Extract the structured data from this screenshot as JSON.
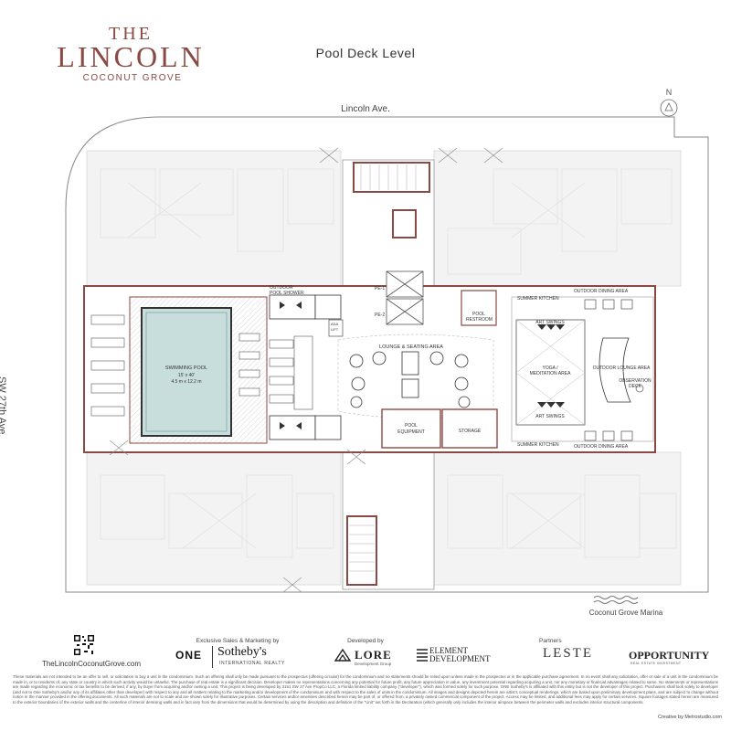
{
  "brand": {
    "the": "THE",
    "name": "LINCOLN",
    "subtitle": "COCONUT GROVE"
  },
  "level_title": "Pool Deck Level",
  "streets": {
    "north": "Lincoln Ave.",
    "west": "SW 27th Ave."
  },
  "compass": {
    "label": "N"
  },
  "marina_label": "Coconut Grove Marina",
  "spaces": {
    "outdoor_pool_shower": [
      "OUTDOOR",
      "POOL SHOWER"
    ],
    "ada_lift": [
      "ADA",
      "LIFT"
    ],
    "swimming_pool": {
      "name": "SWIMMING POOL",
      "size_ft": "15' x 40'",
      "size_m": "4.5 m x 12.2 m"
    },
    "lounge": "LOUNGE & SEATING AREA",
    "pe1": "PE-1",
    "pe2": "PE-2",
    "pool_restroom": [
      "POOL",
      "RESTROOM"
    ],
    "pool_equipment": [
      "POOL",
      "EQUIPMENT"
    ],
    "storage": "STORAGE",
    "summer_kitchen_top": "SUMMER KITCHEN",
    "summer_kitchen_bottom": "SUMMER KITCHEN",
    "outdoor_dining_top": "OUTDOOR DINING AREA",
    "outdoor_dining_bottom": "OUTDOOR DINING AREA",
    "art_swings_top": "ART SWINGS",
    "art_swings_bottom": "ART SWINGS",
    "yoga": [
      "YOGA /",
      "MEDITATION AREA"
    ],
    "outdoor_lounge": "OUTDOOR LOUNGE AREA",
    "observation_deck": [
      "OBSERVATION",
      "DECK"
    ]
  },
  "footer": {
    "website": "TheLincolnCoconutGrove.com",
    "marketing_label": "Exclusive Sales & Marketing by",
    "one": "ONE",
    "sothebys": "Sotheby's",
    "sothebys_sub": "INTERNATIONAL REALTY",
    "developed_label": "Developed by",
    "lore": "LORE",
    "lore_sub": "Development Group",
    "element_line1": "ELEMENT",
    "element_line2": "DEVELOPMENT",
    "partners_label": "Partners",
    "leste": "LESTE",
    "opportunity": "OPPORTUNITY",
    "opportunity_sub": "REAL ESTATE INVESTMENT",
    "disclaimer": "These materials are not intended to be an offer to sell, or solicitation to buy a unit in the condominium. Such an offering shall only be made pursuant to the prospectus (offering circular) for the condominium and no statements should be relied upon unless made in the prospectus or in the applicable purchase agreement. In no event shall any solicitation, offer or sale of a unit in the condominium be made in, or to residents of, any state or country in which such activity would be unlawful. The purchase of real estate is a significant decision. Developer makes no representations concerning any potential for future profit, any future appreciation in value, any investment potential regarding acquiring a unit, nor any monetary or financial advantages related to same. No statements or representations are made regarding the economic or tax benefits to be derived, if any, by buyer from acquiring and/or owning a unit. This project is being developed by 3151 SW 27 Ave PropCo LLC, a Florida limited liability company (\"developer\"), which was formed solely for such purpose. ONE Sotheby's is affiliated with this entity but is not the developer of this project. Purchasers shall look solely to developer (and not to One Sotheby's and/or any of its affiliates other than developer) with respect to any and all matters relating to the marketing and/or development of the condominium and with respect to the sales of units in the condominium. All images and designs depicted herein are artist's conceptual renderings, which are based upon preliminary development plans, and are subject to change without notice in the manner provided in the offering documents. All such materials are not to scale and are shown solely for illustrative purposes. Certain services and/or amenities described herein may be part of, or offered from, a privately owned commercial component of the project. Access may be limited, and additional fees may apply for certain services. Square footages stated herein are measured to the exterior boundaries of the exterior walls and the centerline of interior demising walls and in fact vary from the dimensions that would be determined by using the description and definition of the \"Unit\" set forth in the Declaration (which generally only includes the interior airspace between the perimeter walls and excludes interior structural components.",
    "credit": "Creative by Metrostudio.com"
  }
}
